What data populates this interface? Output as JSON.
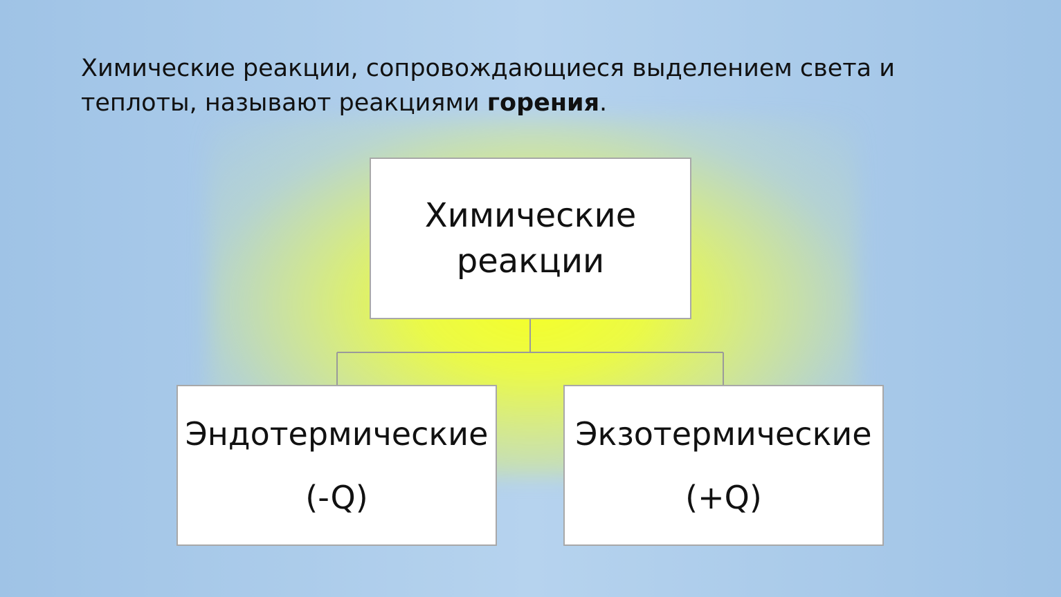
{
  "intro": {
    "text_before": "Химические реакции, сопровождающиеся выделением света и теплоты, называют реакциями ",
    "emphasis": "горения",
    "text_after": "."
  },
  "diagram": {
    "root": {
      "line1": "Химические",
      "line2": "реакции"
    },
    "children": [
      {
        "name": "Эндотермические",
        "sign": "(-Q)"
      },
      {
        "name": "Экзотермические",
        "sign": "(+Q)"
      }
    ]
  },
  "colors": {
    "background": "#b6d3ee",
    "glow": "#f5ff28",
    "box_border": "#a8a8a8",
    "connector": "#9a9a9a"
  }
}
